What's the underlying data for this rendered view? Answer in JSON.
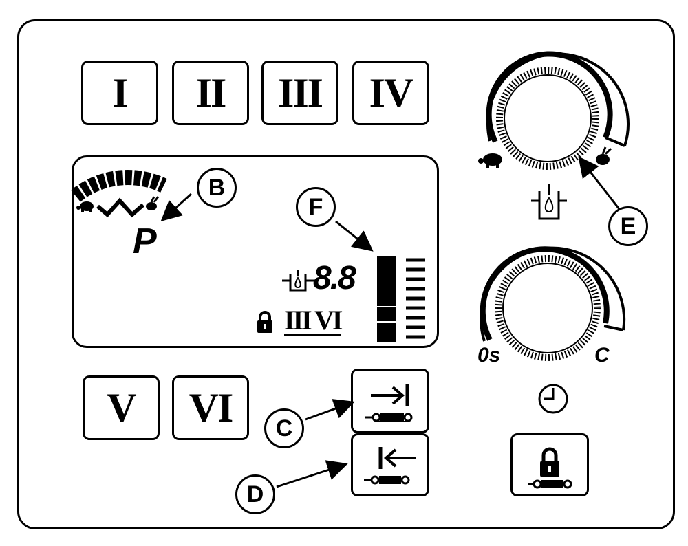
{
  "buttons": {
    "program_1": "I",
    "program_2": "II",
    "program_3": "III",
    "program_4": "IV",
    "program_5": "V",
    "program_6": "VI"
  },
  "display": {
    "program_letter": "P",
    "pressure_value": "8.8",
    "locked_programs": "III VI"
  },
  "callouts": {
    "b": "B",
    "c": "C",
    "d": "D",
    "e": "E",
    "f": "F"
  },
  "time_dial": {
    "min_label": "0s",
    "max_label": "C"
  },
  "icons": [
    "turtle-icon",
    "rabbit-icon",
    "wave-icon",
    "pressure-icon",
    "lock-icon",
    "clock-icon",
    "arrow-right-bar-icon",
    "arrow-left-bar-icon",
    "cylinder-icon"
  ]
}
